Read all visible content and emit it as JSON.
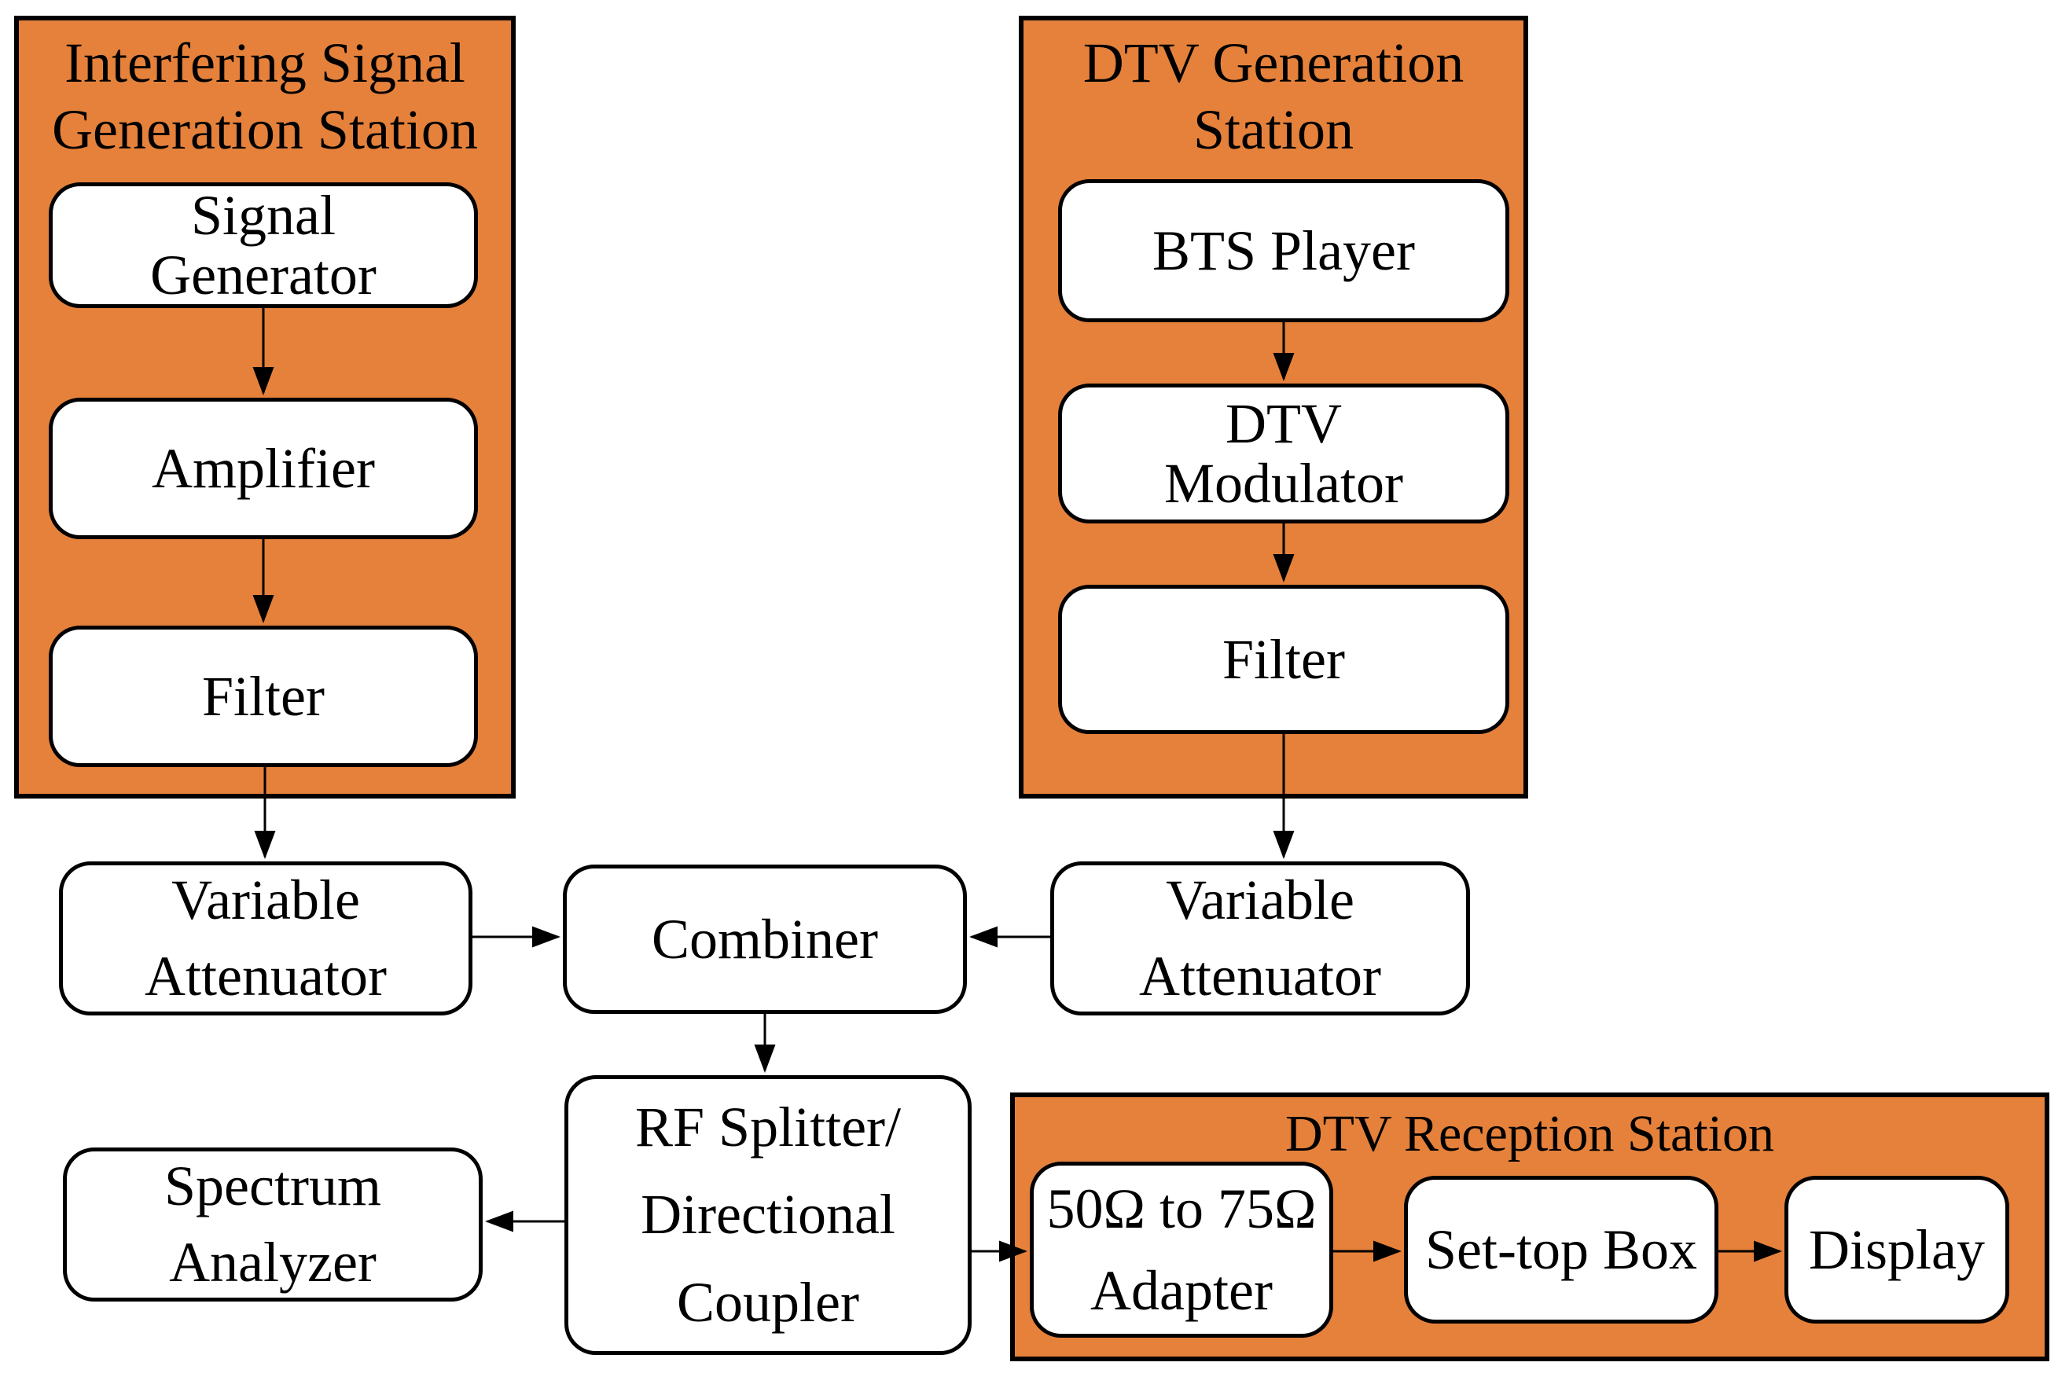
{
  "diagram_type": "block-diagram",
  "colors": {
    "station_fill": "#E5813B",
    "station_border": "#000000",
    "node_fill": "#FFFFFF",
    "node_border": "#000000",
    "arrow": "#000000",
    "text": "#000000",
    "background": "#FFFFFF"
  },
  "stations": {
    "interfering": {
      "title_lines": [
        "Interfering Signal",
        "Generation Station"
      ]
    },
    "dtv_generation": {
      "title_lines": [
        "DTV Generation",
        "Station"
      ]
    },
    "dtv_reception": {
      "title_lines": [
        "DTV Reception Station"
      ]
    }
  },
  "nodes": {
    "signal_generator": {
      "lines": [
        "Signal",
        "Generator"
      ]
    },
    "amplifier": {
      "lines": [
        "Amplifier"
      ]
    },
    "filter_interfering": {
      "lines": [
        "Filter"
      ]
    },
    "bts_player": {
      "lines": [
        "BTS Player"
      ]
    },
    "dtv_modulator": {
      "lines": [
        "DTV",
        "Modulator"
      ]
    },
    "filter_dtv": {
      "lines": [
        "Filter"
      ]
    },
    "variable_attenuator_left": {
      "lines": [
        "Variable",
        "Attenuator"
      ]
    },
    "combiner": {
      "lines": [
        "Combiner"
      ]
    },
    "variable_attenuator_right": {
      "lines": [
        "Variable",
        "Attenuator"
      ]
    },
    "rf_splitter": {
      "lines": [
        "RF Splitter/",
        "Directional",
        "Coupler"
      ]
    },
    "spectrum_analyzer": {
      "lines": [
        "Spectrum",
        "Analyzer"
      ]
    },
    "adapter_50_75": {
      "lines": [
        "50Ω to 75Ω",
        "Adapter"
      ]
    },
    "set_top_box": {
      "lines": [
        "Set-top Box"
      ]
    },
    "display": {
      "lines": [
        "Display"
      ]
    }
  },
  "connections": [
    {
      "from": "signal_generator",
      "to": "amplifier"
    },
    {
      "from": "amplifier",
      "to": "filter_interfering"
    },
    {
      "from": "filter_interfering",
      "to": "variable_attenuator_left"
    },
    {
      "from": "bts_player",
      "to": "dtv_modulator"
    },
    {
      "from": "dtv_modulator",
      "to": "filter_dtv"
    },
    {
      "from": "filter_dtv",
      "to": "variable_attenuator_right"
    },
    {
      "from": "variable_attenuator_left",
      "to": "combiner"
    },
    {
      "from": "variable_attenuator_right",
      "to": "combiner"
    },
    {
      "from": "combiner",
      "to": "rf_splitter"
    },
    {
      "from": "rf_splitter",
      "to": "spectrum_analyzer"
    },
    {
      "from": "rf_splitter",
      "to": "adapter_50_75"
    },
    {
      "from": "adapter_50_75",
      "to": "set_top_box"
    },
    {
      "from": "set_top_box",
      "to": "display"
    }
  ]
}
